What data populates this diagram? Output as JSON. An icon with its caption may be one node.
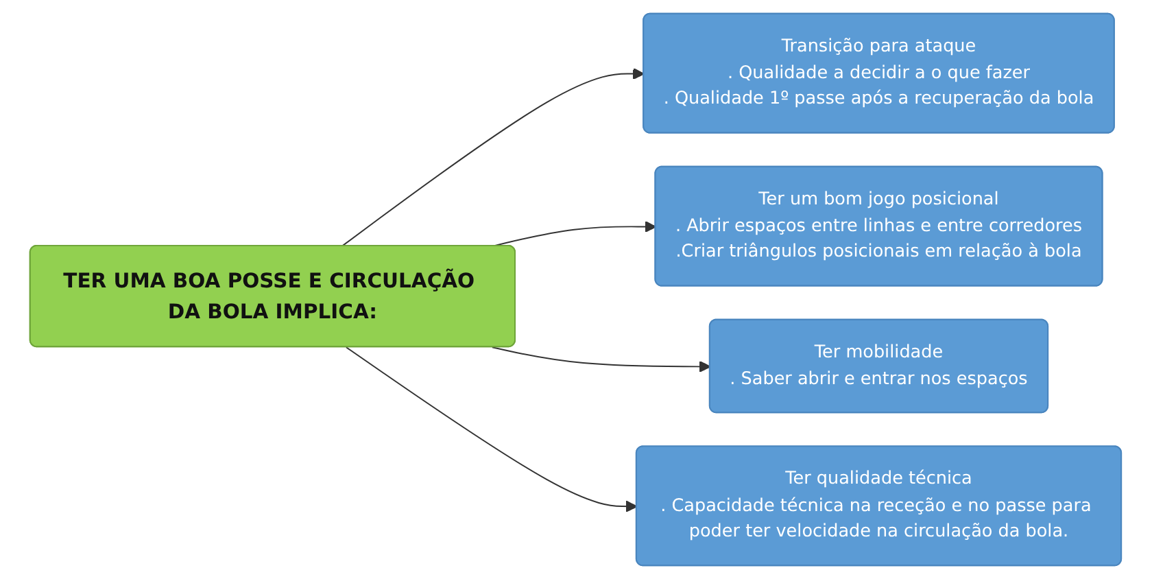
{
  "diagram": {
    "nodes": [
      {
        "text": [
          "Transição para ataque",
          ". Qualidade a decidir a o que fazer",
          ". Qualidade 1º passe após a recuperação da bola"
        ]
      },
      {
        "text": [
          "Ter um bom jogo posicional",
          ". Abrir espaços entre linhas e entre corredores",
          ".Criar triângulos posicionais em relação à bola"
        ]
      },
      {
        "text": [
          "Ter mobilidade",
          ". Saber abrir e entrar nos espaços"
        ]
      },
      {
        "text": [
          "TER UMA BOA POSSE E CIRCULAÇÃO DA BOLA IMPLICA:"
        ]
      },
      {
        "text": [
          "Ter qualidade técnica",
          ". Capacidade técnica na receção e no passe para poder ter velocidade na circulação da bola."
        ]
      }
    ],
    "edges": [
      {
        "from": 3,
        "to": 0,
        "arrow": "to"
      },
      {
        "from": 3,
        "to": 1,
        "arrow": "to"
      },
      {
        "from": 3,
        "to": 2,
        "arrow": "to"
      },
      {
        "from": 3,
        "to": 4,
        "arrow": "to"
      }
    ]
  }
}
